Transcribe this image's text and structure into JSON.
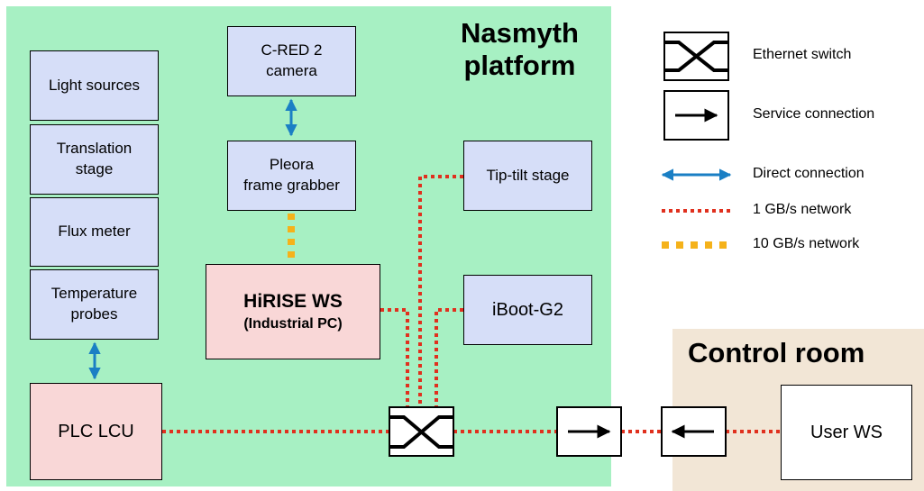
{
  "regions": {
    "nasmyth_title": "Nasmyth\nplatform",
    "control_title": "Control room",
    "nasmyth_color": "#a7f0c3",
    "control_color": "#f2e6d6"
  },
  "boxes": {
    "light_sources": "Light sources",
    "translation_stage": "Translation\nstage",
    "flux_meter": "Flux meter",
    "temperature_probes": "Temperature\nprobes",
    "plc_lcu": "PLC LCU",
    "cred2_camera": "C-RED 2\ncamera",
    "pleora": "Pleora\nframe grabber",
    "hirise_ws": "HiRISE WS",
    "hirise_ws_sub": "(Industrial PC)",
    "tip_tilt_stage": "Tip-tilt stage",
    "iboot": "iBoot-G2",
    "user_ws": "User WS"
  },
  "legend": {
    "ethernet_switch": "Ethernet switch",
    "service_connection": "Service connection",
    "direct_connection": "Direct connection",
    "network_1gb": "1 GB/s network",
    "network_10gb": "10 GB/s network"
  },
  "colors": {
    "device_blue": "#d6def8",
    "device_pink": "#f9d7d7",
    "link_1gb": "#e0301e",
    "link_10gb": "#f5b21a",
    "direct_link": "#1a7fc4"
  }
}
